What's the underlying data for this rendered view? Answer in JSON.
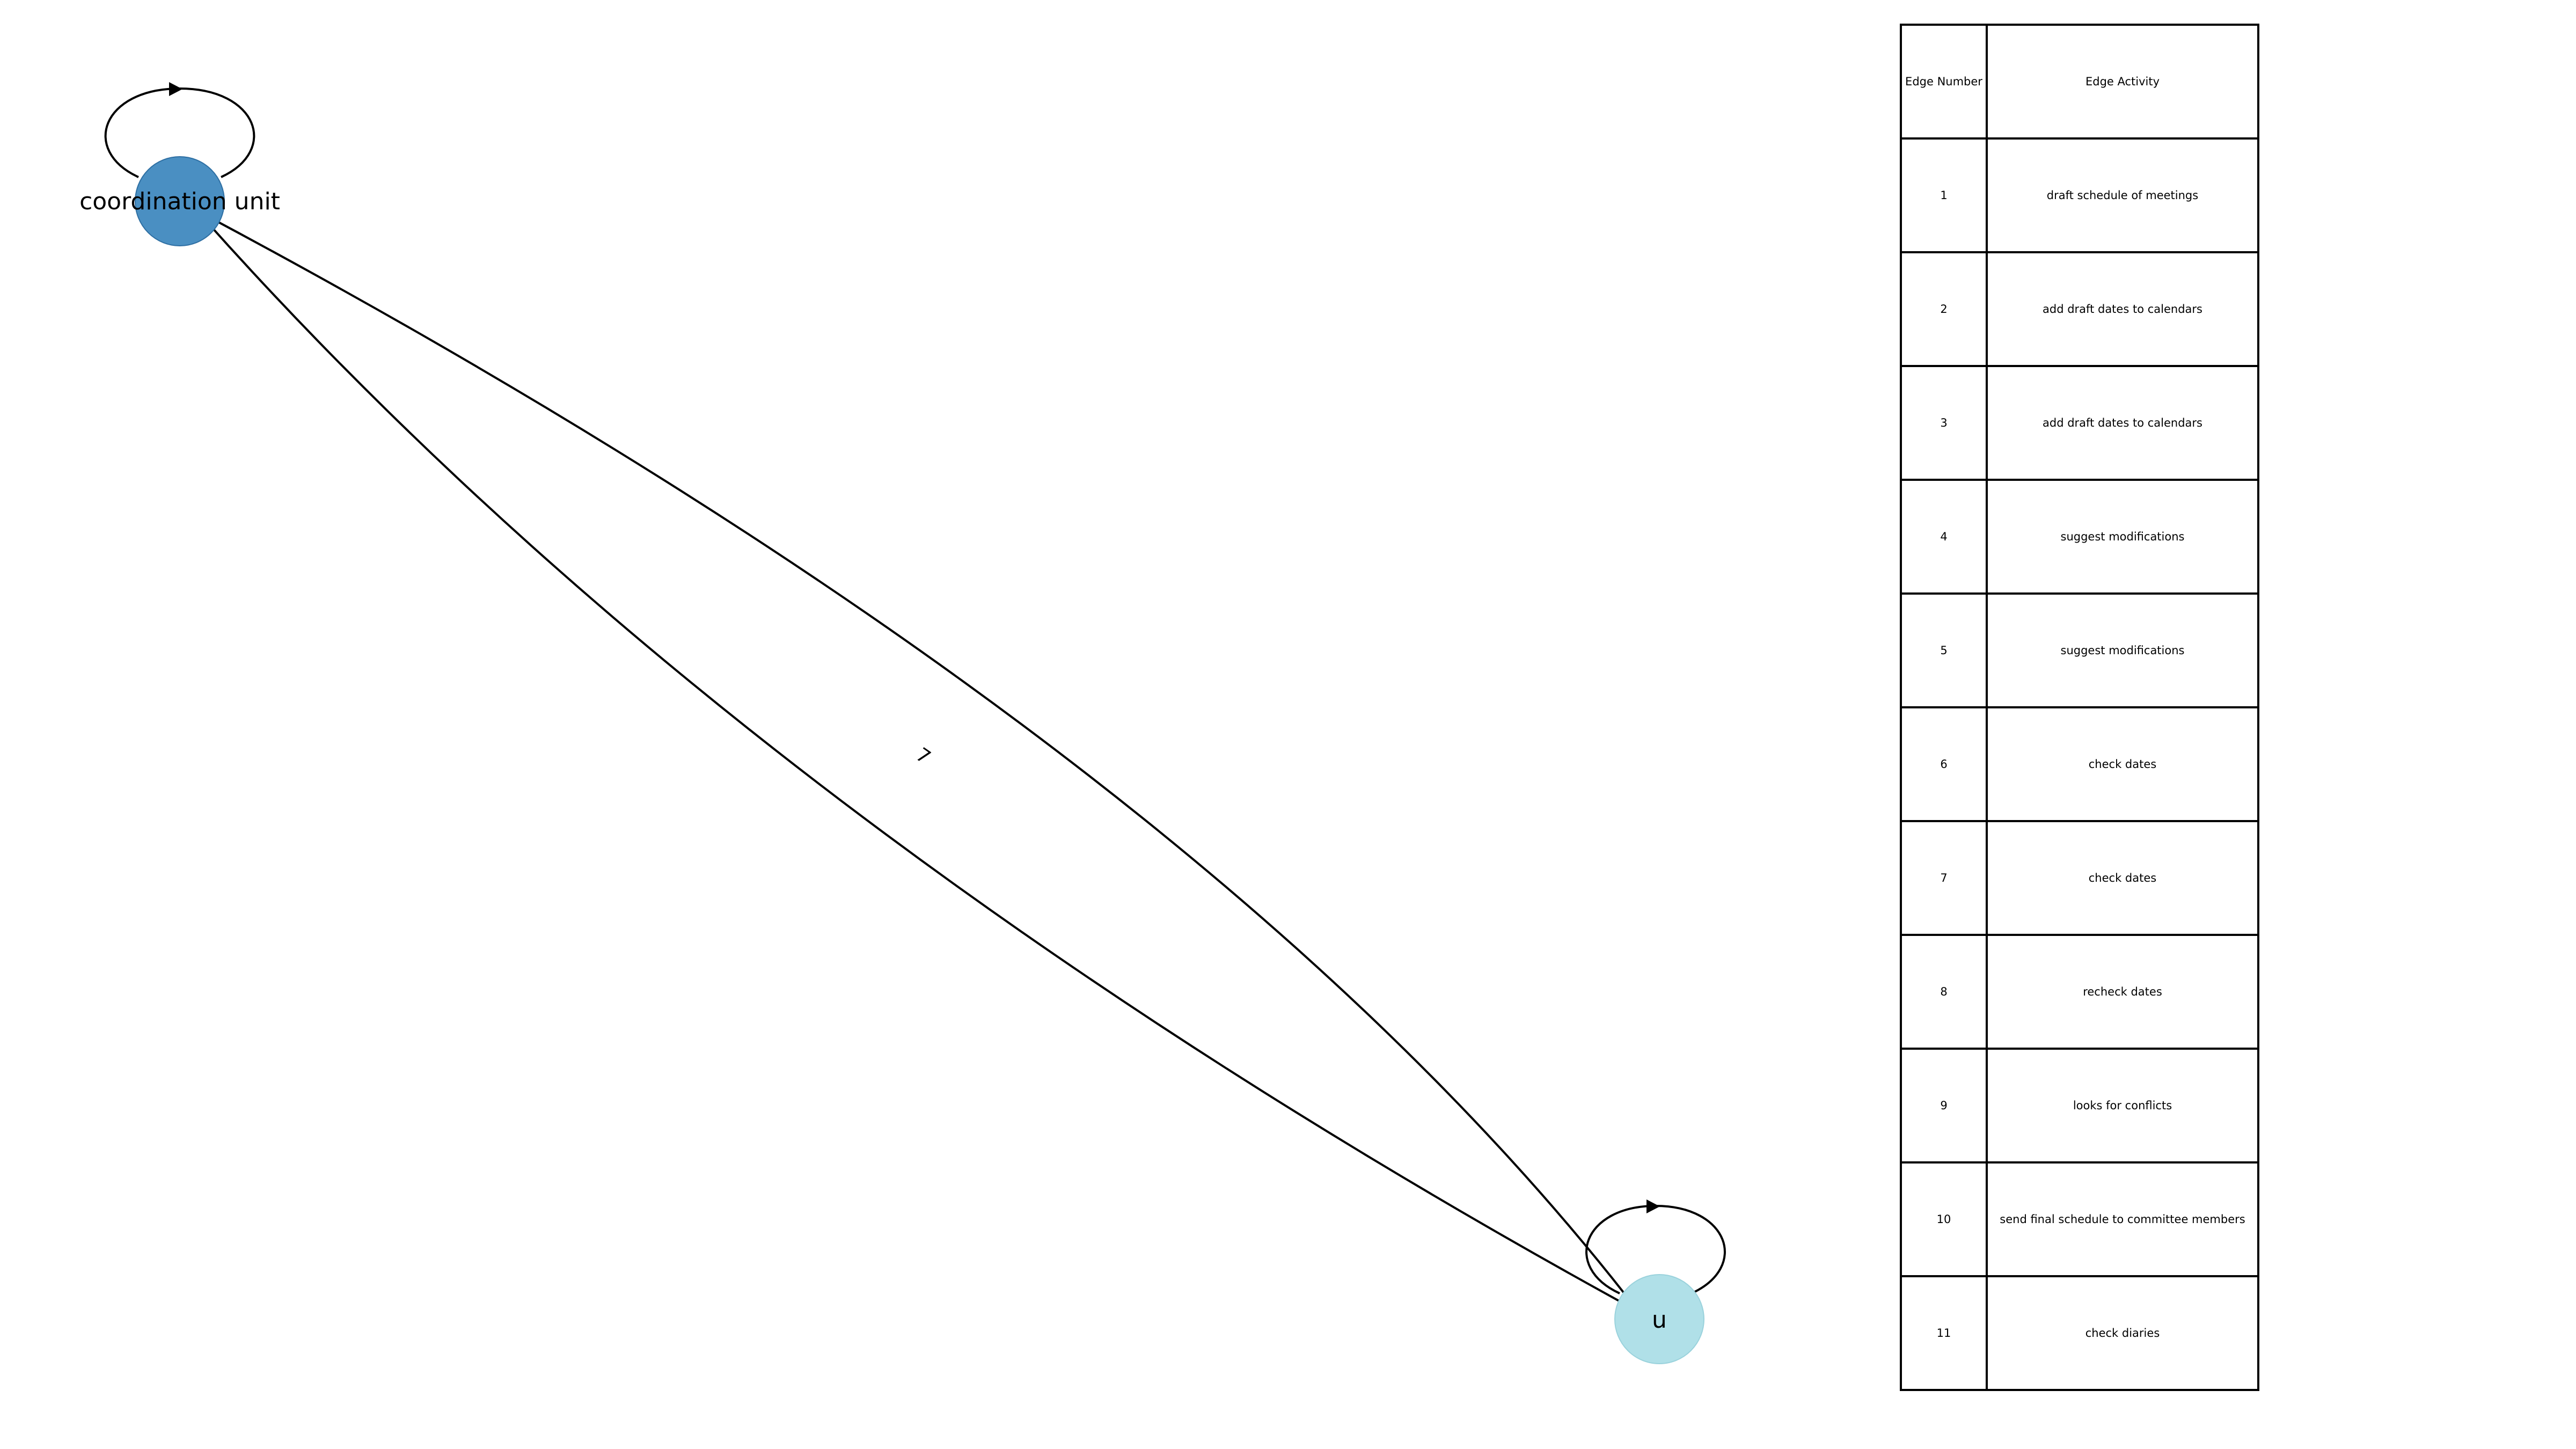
{
  "nodes": [
    {
      "id": "coordination-unit",
      "label": "coordination unit",
      "color": "#4a8fc2"
    },
    {
      "id": "u",
      "label": "u",
      "color": "#b0e0e8"
    }
  ],
  "edge_label": "7",
  "table": {
    "headers": [
      "Edge Number",
      "Edge Activity"
    ],
    "rows": [
      {
        "number": "1",
        "activity": "draft schedule of meetings"
      },
      {
        "number": "2",
        "activity": "add draft dates to calendars"
      },
      {
        "number": "3",
        "activity": "add draft dates to calendars"
      },
      {
        "number": "4",
        "activity": "suggest modifications"
      },
      {
        "number": "5",
        "activity": "suggest modifications"
      },
      {
        "number": "6",
        "activity": "check dates"
      },
      {
        "number": "7",
        "activity": "check dates"
      },
      {
        "number": "8",
        "activity": "recheck dates"
      },
      {
        "number": "9",
        "activity": "looks for conflicts"
      },
      {
        "number": "10",
        "activity": "send final schedule to committee members"
      },
      {
        "number": "11",
        "activity": "check diaries"
      }
    ]
  }
}
